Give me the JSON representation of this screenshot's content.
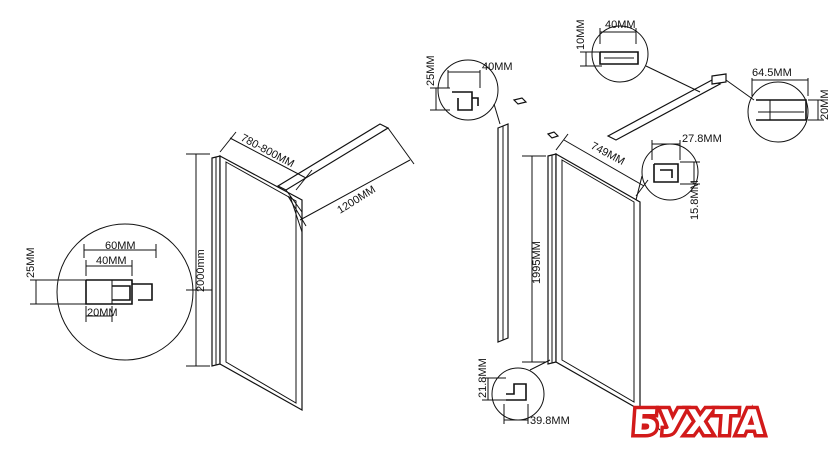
{
  "left_view": {
    "width_range": "780-800MM",
    "height": "2000mm",
    "depth": "1200MM",
    "detail": {
      "outer_width": "60MM",
      "inner_width": "40MM",
      "height": "25MM",
      "bottom_width": "20MM"
    }
  },
  "right_view": {
    "profile_top": {
      "width": "40MM",
      "height": "25MM"
    },
    "bracket_top": {
      "width": "40MM",
      "height": "10MM"
    },
    "bracket_right": {
      "width": "64.5MM",
      "height": "20MM"
    },
    "panel_width": "749MM",
    "panel_height": "1995MM",
    "clip_detail": {
      "width": "27.8MM",
      "height": "15.8MM"
    },
    "bottom_detail": {
      "height": "21.8MM",
      "width": "39.8MM"
    }
  },
  "logo": {
    "text": "БУХТА",
    "color": "#d21a1a"
  }
}
